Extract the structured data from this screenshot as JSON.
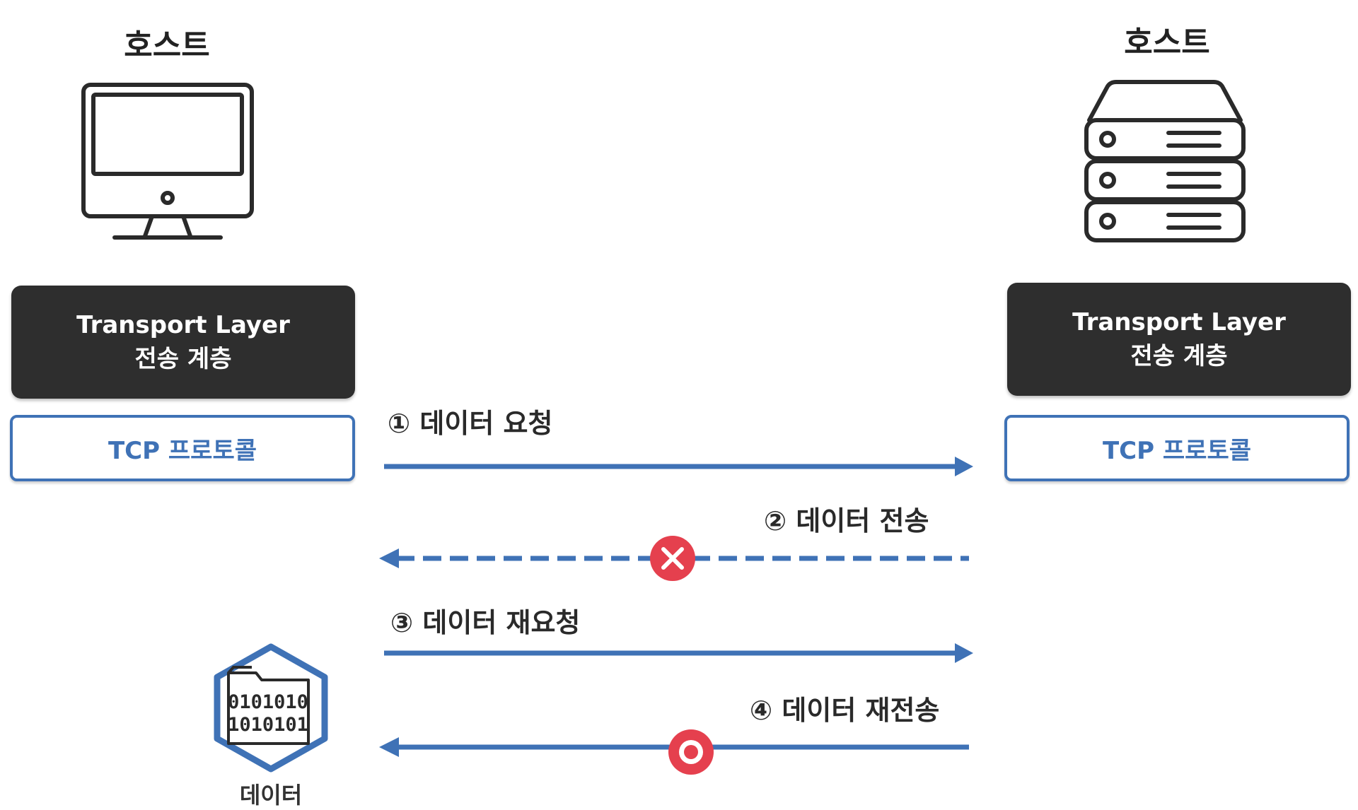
{
  "left_host": {
    "title": "호스트",
    "icon": "desktop-monitor-icon",
    "layer_name": "Transport Layer",
    "layer_korean": "전송 계층",
    "protocol": "TCP 프로토콜"
  },
  "right_host": {
    "title": "호스트",
    "icon": "server-rack-icon",
    "layer_name": "Transport Layer",
    "layer_korean": "전송 계층",
    "protocol": "TCP 프로토콜"
  },
  "steps": [
    {
      "label": "① 데이터 요청",
      "direction": "right",
      "style": "solid",
      "marker": "none"
    },
    {
      "label": "② 데이터 전송",
      "direction": "left",
      "style": "dashed",
      "marker": "failed-x"
    },
    {
      "label": "③ 데이터 재요청",
      "direction": "right",
      "style": "solid",
      "marker": "none"
    },
    {
      "label": "④ 데이터 재전송",
      "direction": "left",
      "style": "solid",
      "marker": "success-o"
    }
  ],
  "data_item": {
    "label": "데이터",
    "icon": "binary-data-cube-icon",
    "binary_row1": "0101010",
    "binary_row2": "1010101"
  },
  "colors": {
    "arrow_blue": "#3f72b6",
    "marker_red": "#e5404e",
    "layer_box": "#2e2e2e"
  }
}
